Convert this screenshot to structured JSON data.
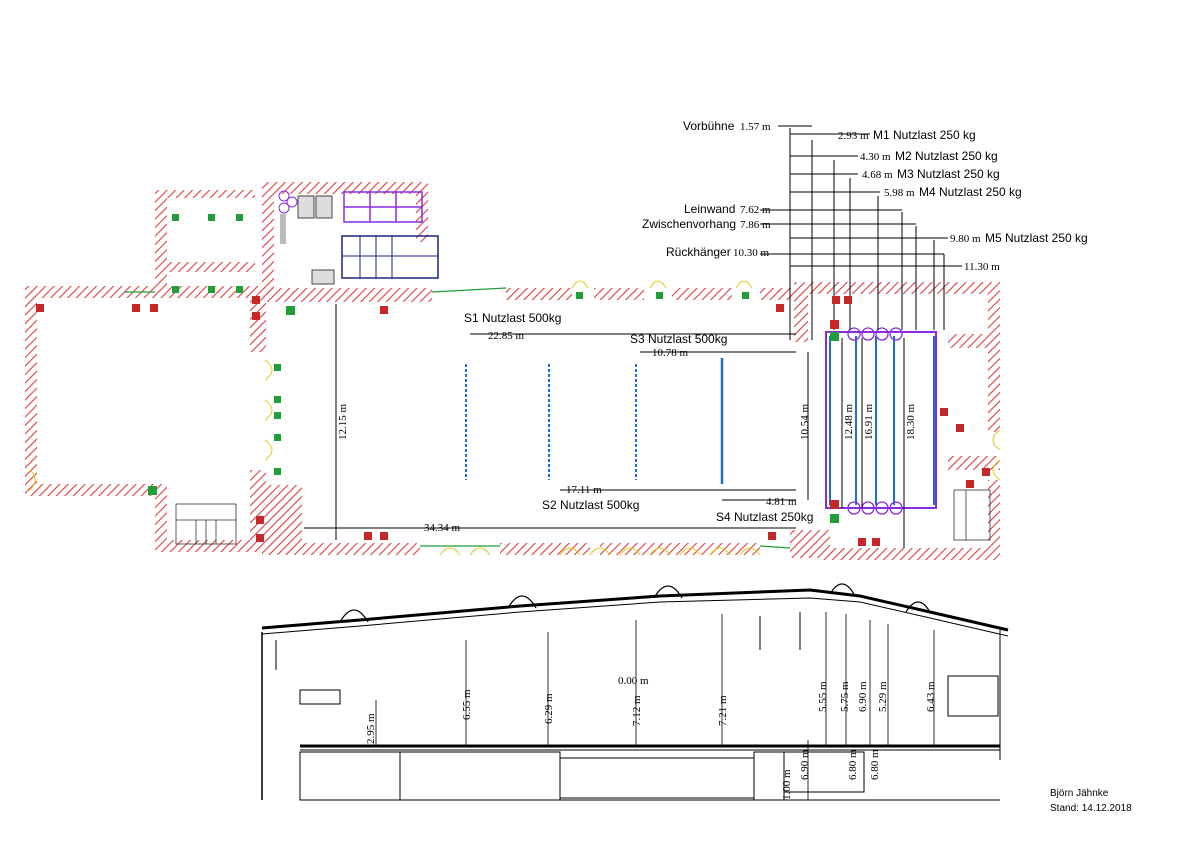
{
  "colors": {
    "wall_hatch": "#d94040",
    "beam_line": "#000000",
    "truss_blue": "#1a6fd6",
    "purple_frame": "#8a2be2",
    "green_sign": "#1f9e3a",
    "window_yellow": "#e6c619",
    "exit_red": "#c62828",
    "navy_seats": "#1a237e"
  },
  "top_labels": {
    "vorbuehne_name": "Vorbühne",
    "vorbuehne_dist": "1.57 m",
    "m1_dist": "2.93 m",
    "m1_name": "M1 Nutzlast 250 kg",
    "m2_dist": "4.30 m",
    "m2_name": "M2 Nutzlast 250 kg",
    "m3_dist": "4.68 m",
    "m3_name": "M3 Nutzlast 250 kg",
    "m4_dist": "5.98 m",
    "m4_name": "M4 Nutzlast 250 kg",
    "leinwand_name": "Leinwand",
    "leinwand_dist": "7.62 m",
    "zwischen_name": "Zwischenvorhang",
    "zwischen_dist": "7.86 m",
    "m5_dist": "9.80 m",
    "m5_name": "M5 Nutzlast 250 kg",
    "rueck_name": "Rückhänger",
    "rueck_dist": "10.30 m",
    "last_dist": "11.30 m"
  },
  "plan_labels": {
    "s1": "S1 Nutzlast 500kg",
    "s2": "S2 Nutzlast 500kg",
    "s3": "S3 Nutzlast 500kg",
    "s4": "S4 Nutzlast 250kg",
    "d_2285": "22.85 m",
    "d_1078": "10.78 m",
    "d_1711": "17.11 m",
    "d_481": "4.81 m",
    "d_3434": "34.34 m",
    "d_1215": "12.15 m",
    "d_1054": "10.54 m",
    "d_1248": "12.48 m",
    "d_1691": "16.91 m",
    "d_1830": "18.30 m"
  },
  "section_labels": {
    "h_295": "2.95 m",
    "h_655": "6.55 m",
    "h_629": "6.29 m",
    "h_000": "0.00 m",
    "h_712": "7.12 m",
    "h_721": "7.21 m",
    "h_555": "5.55 m",
    "h_575": "5.75 m",
    "h_690": "6.90 m",
    "h_529": "5.29 m",
    "h_643": "6.43 m",
    "h_690b": "6.90 m",
    "h_680": "6.80 m",
    "h_680b": "6.80 m",
    "h_100": "1.00 m"
  },
  "credit": {
    "author": "Björn Jähnke",
    "stand": "Stand: 14.12.2018"
  }
}
